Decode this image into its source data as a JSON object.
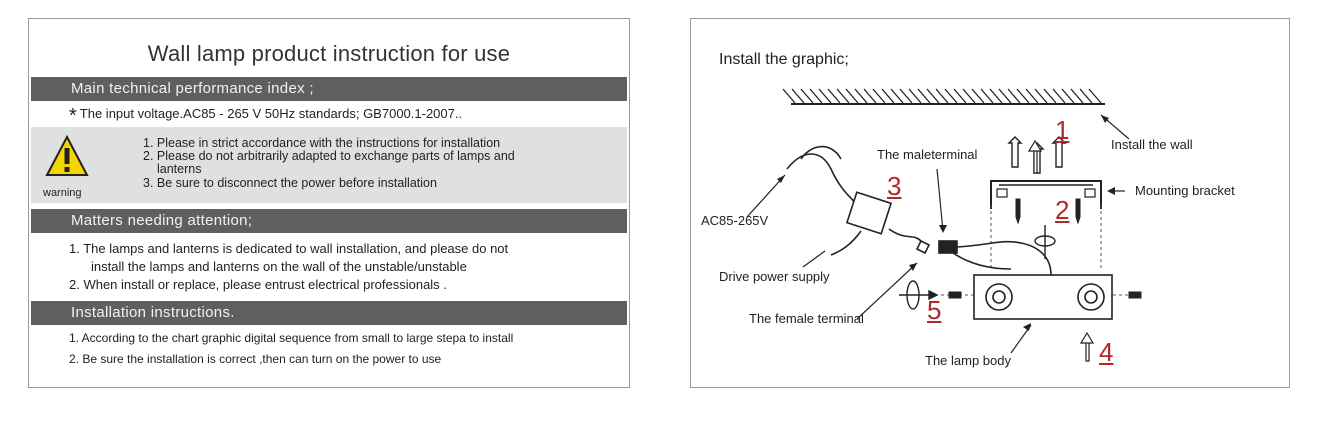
{
  "instructions": {
    "title": "Wall lamp product instruction for use",
    "section_performance": "Main technical performance index ;",
    "voltage_star": "*",
    "voltage_line": "The input voltage.AC85 - 265 V 50Hz   standards; GB7000.1-2007..",
    "warning_label": "warning",
    "warning_items": [
      "1. Please in strict accordance with the instructions for installation",
      "2. Please do not arbitrarily adapted to exchange parts of lamps and",
      "lanterns",
      "3. Be sure to disconnect the power before installation"
    ],
    "section_attention": "Matters needing attention;",
    "attention_items": [
      "1. The lamps and lanterns is dedicated to wall installation, and please do not",
      "install the lamps and lanterns on the wall of the unstable/unstable",
      "2. When install or replace, please entrust electrical professionals ."
    ],
    "section_installation": "Installation instructions.",
    "installation_items": [
      "1. According to the chart graphic digital sequence from small to large stepa to install",
      "2. Be sure the installation is correct ,then can turn on the power to use"
    ]
  },
  "diagram": {
    "heading": "Install the graphic;",
    "labels": {
      "install_wall": "Install the wall",
      "male_terminal": "The maleterminal",
      "mounting_bracket": "Mounting bracket",
      "ac_input": "AC85-265V",
      "drive_power": "Drive power supply",
      "female_terminal": "The female terminal",
      "lamp_body": "The lamp body"
    },
    "steps": [
      "1",
      "2",
      "3",
      "4",
      "5"
    ],
    "step_color": "#b3262a"
  }
}
